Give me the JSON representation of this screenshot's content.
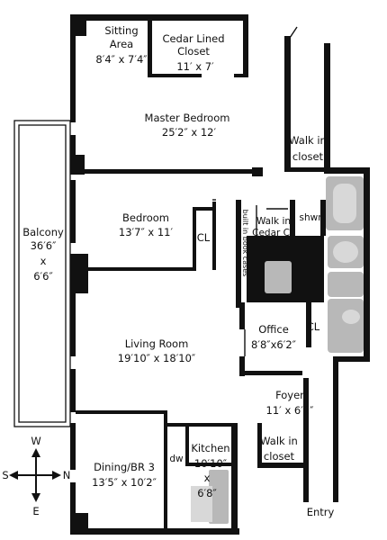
{
  "rooms": {
    "sitting_area": {
      "name_1": "Sitting",
      "name_2": "Area",
      "dim": "8′4″ x 7′4″"
    },
    "cedar_lined_closet": {
      "name_1": "Cedar Lined",
      "name_2": "Closet",
      "dim": "11′ x 7′"
    },
    "master_bedroom": {
      "name": "Master Bedroom",
      "dim": "25′2″ x 12′"
    },
    "walk_in_closet_master": {
      "name_1": "Walk in",
      "name_2": "closet"
    },
    "balcony": {
      "name": "Balcony",
      "dim_1": "36′6″",
      "x": "x",
      "dim_2": "6′6″"
    },
    "bedroom": {
      "name": "Bedroom",
      "dim": "13′7″ x 11′",
      "closet": "CL"
    },
    "built_in_book_cases": {
      "label": "built in book cases"
    },
    "walk_in_cedar_cl": {
      "name_1": "Walk in",
      "name_2": "Cedar CL"
    },
    "shower": {
      "name": "shwr"
    },
    "office": {
      "name": "Office",
      "dim": "8′8″x6′2″",
      "closet": "CL"
    },
    "living_room": {
      "name": "Living Room",
      "dim": "19′10″ x 18′10″"
    },
    "foyer": {
      "name": "Foyer",
      "dim": "11′ x 6′2″"
    },
    "walk_in_closet_foyer": {
      "name_1": "Walk in",
      "name_2": "closet"
    },
    "dining": {
      "name": "Dining/BR 3",
      "dim": "13′5″ x 10′2″"
    },
    "kitchen": {
      "name": "Kitchen",
      "dim_1": "10′10″",
      "x": "x",
      "dim_2": "6′8″",
      "dw": "dw"
    },
    "entry": {
      "name": "Entry"
    }
  },
  "compass": {
    "north": "N",
    "south": "S",
    "east": "E",
    "west": "W"
  }
}
